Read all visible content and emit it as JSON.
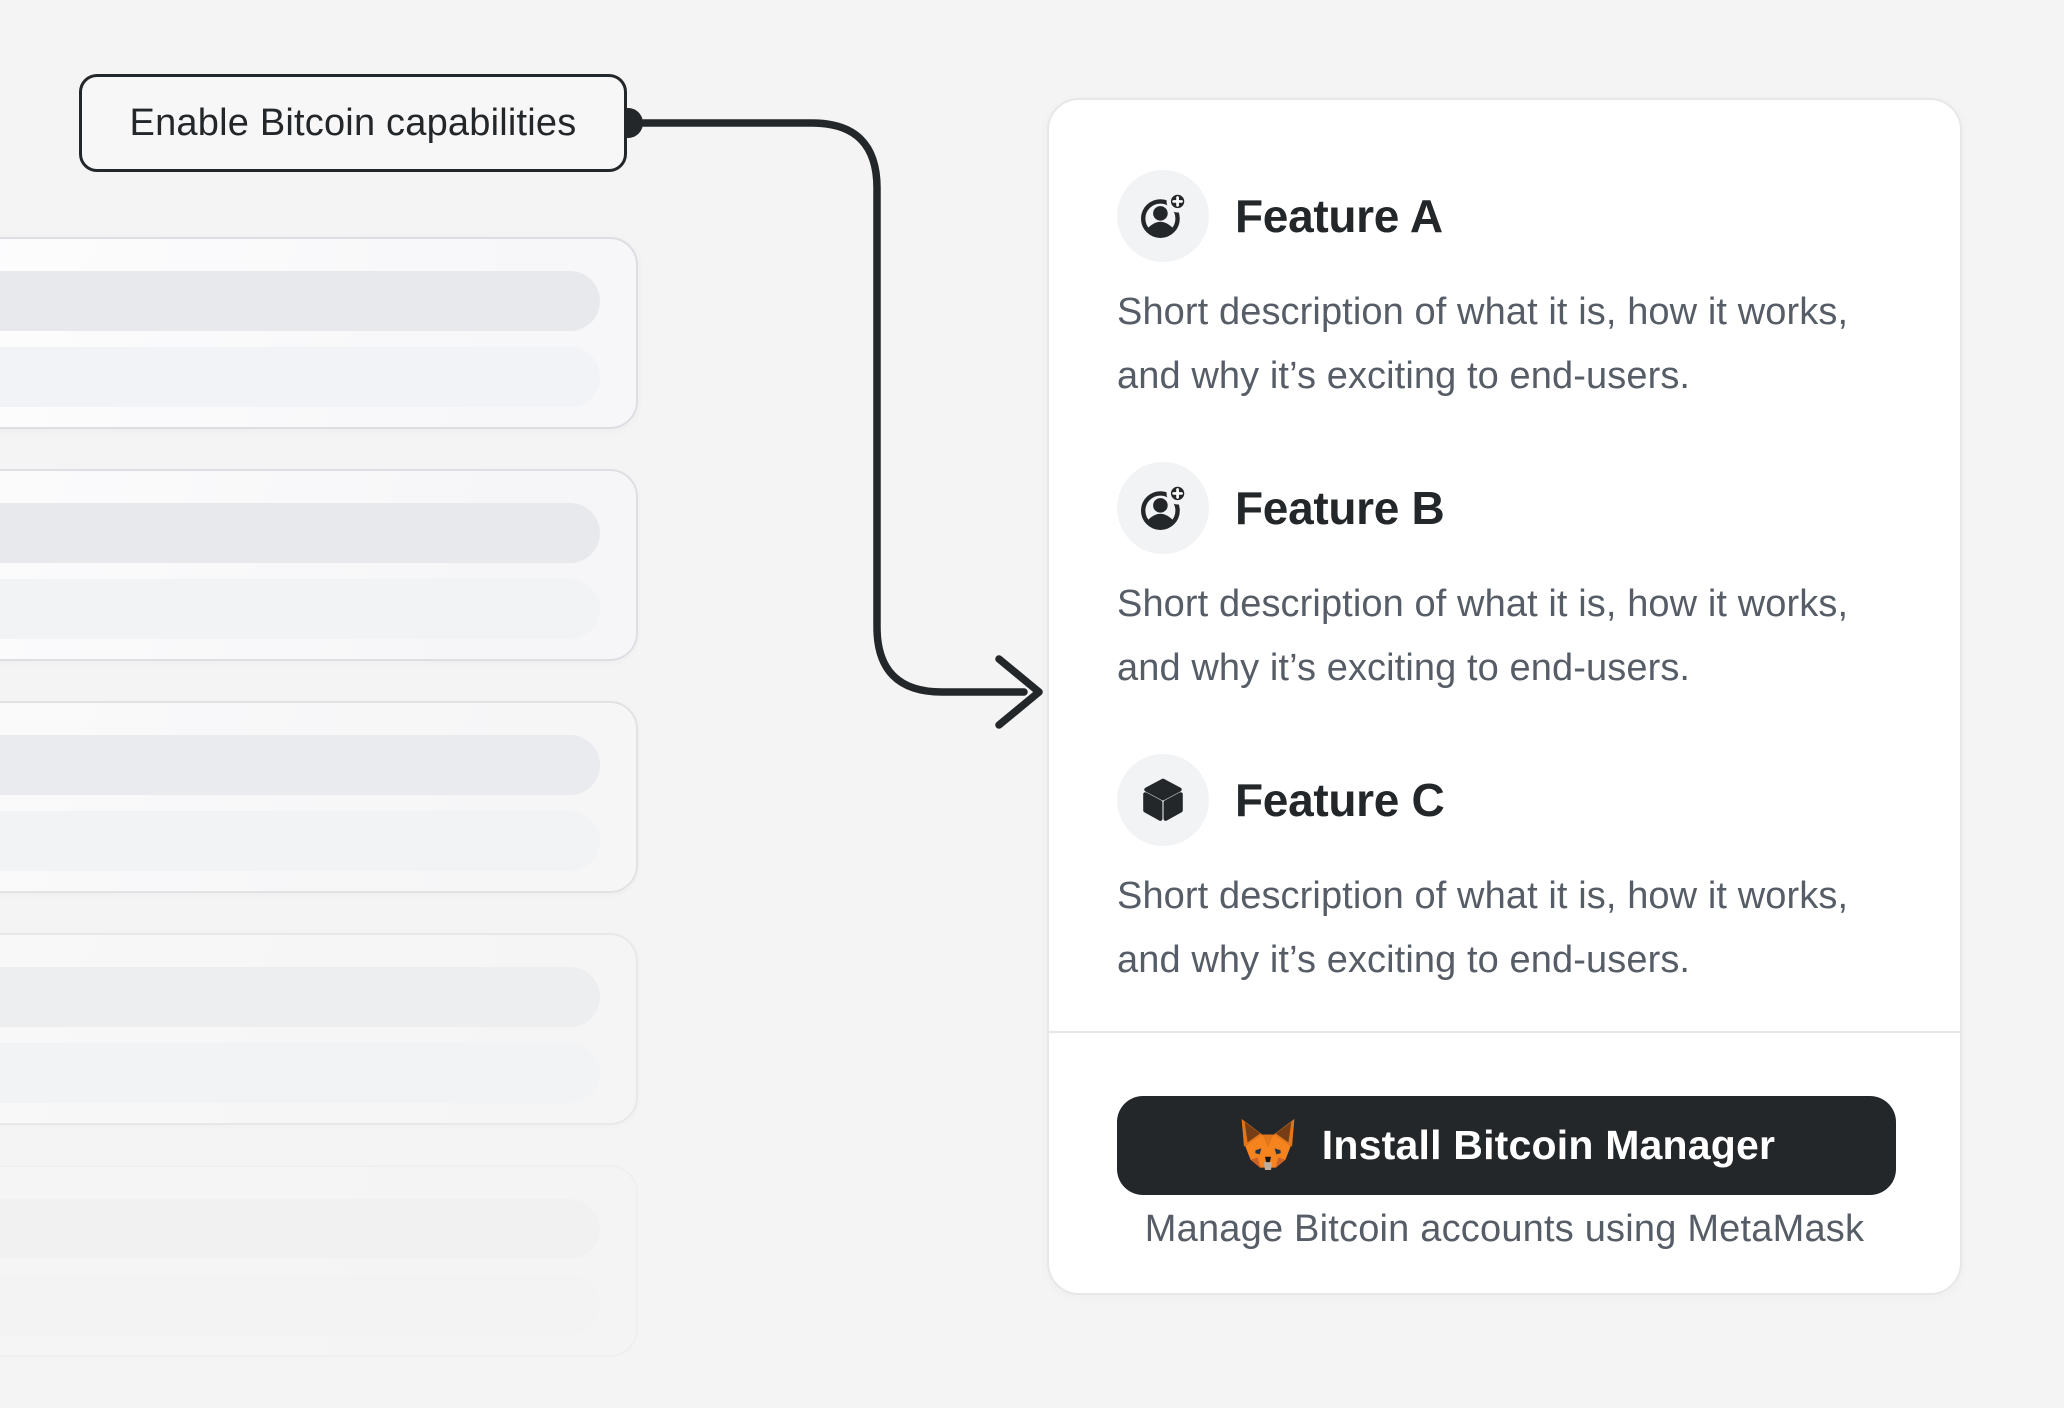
{
  "callout": {
    "label": "Enable Bitcoin capabilities"
  },
  "panel": {
    "features": [
      {
        "title": "Feature A",
        "icon": "account-plus-icon",
        "description": "Short description of what it is, how it works, and why it’s exciting to end-users."
      },
      {
        "title": "Feature B",
        "icon": "account-plus-icon",
        "description": "Short description of what it is, how it works, and why it’s exciting to end-users."
      },
      {
        "title": "Feature C",
        "icon": "cube-icon",
        "description": "Short description of what it is, how it works, and why it’s exciting to end-users."
      }
    ],
    "footer": {
      "button_label": "Install Bitcoin Manager",
      "button_icon": "metamask-fox-icon",
      "caption": "Manage Bitcoin accounts using MetaMask"
    }
  },
  "skeleton": {
    "card_count": 5
  },
  "colors": {
    "background": "#f4f4f4",
    "accent_dark": "#24272a",
    "text_secondary": "#565d66",
    "fox_orange": "#f5841f"
  }
}
